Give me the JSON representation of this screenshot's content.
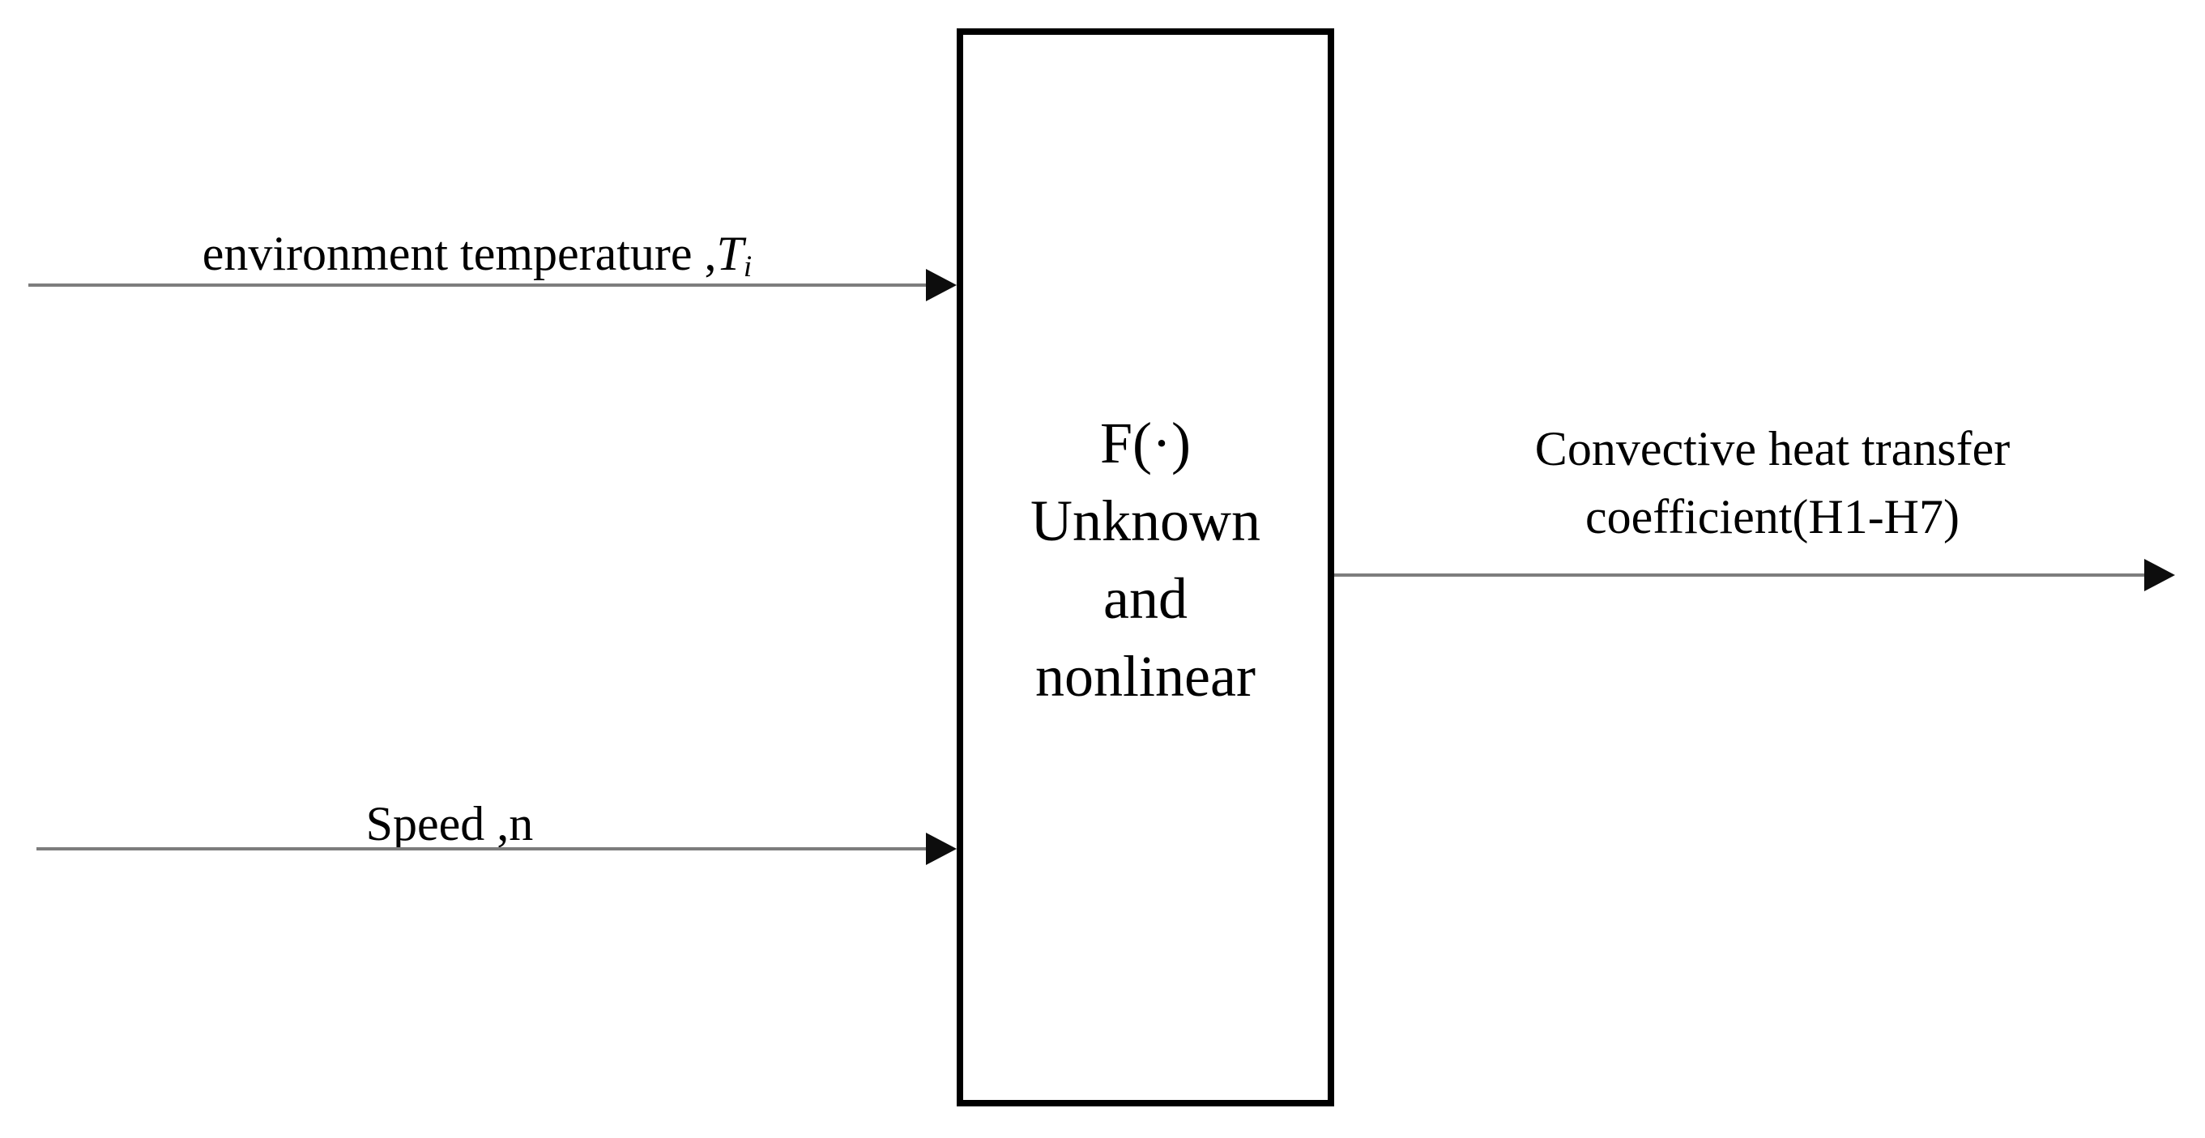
{
  "diagram": {
    "box": {
      "lines": [
        "F(·)",
        "Unknown",
        "and",
        "nonlinear"
      ]
    },
    "inputs": {
      "input1": {
        "label_prefix": "environment temperature ,",
        "label_var": "T",
        "label_sub": "i"
      },
      "input2": {
        "label": "Speed ,n"
      }
    },
    "output": {
      "label_line1": "Convective heat transfer",
      "label_line2": "coefficient(H1-H7)"
    },
    "colors": {
      "background": "#ffffff",
      "text": "#000000",
      "line": "#7d7d7d",
      "arrowhead": "#0d0d0d",
      "box_border": "#000000"
    }
  }
}
